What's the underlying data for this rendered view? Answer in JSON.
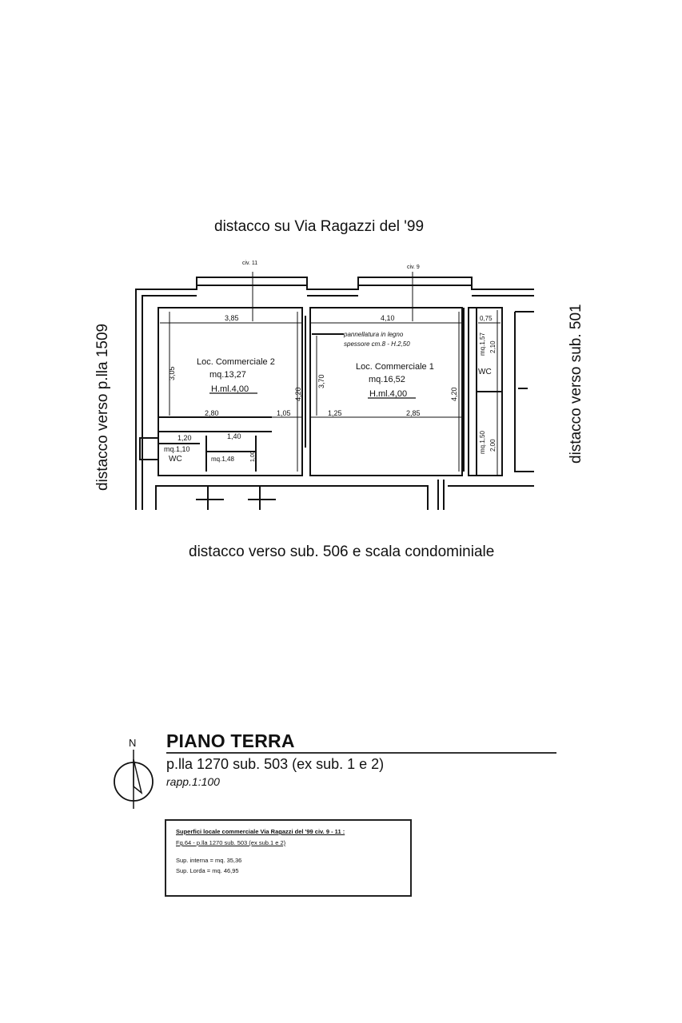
{
  "labels": {
    "top": "distacco su Via Ragazzi del '99",
    "bottom": "distacco verso sub. 506 e scala condominiale",
    "left": "distacco verso p.lla 1509",
    "right": "distacco verso sub. 501"
  },
  "plan": {
    "civ_11": "civ. 11",
    "civ_9": "civ. 9",
    "room2_name": "Loc. Commerciale 2",
    "room2_area": "mq.13,27",
    "room2_height": "H.ml.4,00",
    "room1_name": "Loc. Commerciale 1",
    "room1_area": "mq.16,52",
    "room1_height": "H.ml.4,00",
    "partition_1": "pannellatura in legno",
    "partition_2": "spessore cm.8 - H.2,50",
    "wc_left_area": "mq.1,10",
    "wc_left_label": "WC",
    "wc_right_label": "WC",
    "antiwc_area": "mq.1,48",
    "right_area_top": "mq.1,57",
    "right_area_bottom": "mq.1,50",
    "dim_385": "3,85",
    "dim_410": "4,10",
    "dim_075": "0,75",
    "dim_305": "3,05",
    "dim_420a": "4,20",
    "dim_370": "3,70",
    "dim_420b": "4,20",
    "dim_210": "2,10",
    "dim_280": "2,80",
    "dim_105": "1,05",
    "dim_125": "1,25",
    "dim_285": "2,85",
    "dim_120": "1,20",
    "dim_140": "1,40",
    "dim_100": "1,00",
    "dim_200": "2,00"
  },
  "title_block": {
    "north": "N",
    "title": "PIANO TERRA",
    "subtitle": "p.lla 1270  sub. 503 (ex sub. 1 e 2)",
    "scale": "rapp.1:100"
  },
  "legend": {
    "line1": "Superfici locale commerciale Via Ragazzi del '99 civ. 9 - 11 :",
    "line2": "Fg.64 - p.lla 1270  sub. 503 (ex sub.1 e 2)",
    "line3": "Sup. interna = mq.   35,36",
    "line4": "Sup. Lorda   = mq.   46,95"
  }
}
